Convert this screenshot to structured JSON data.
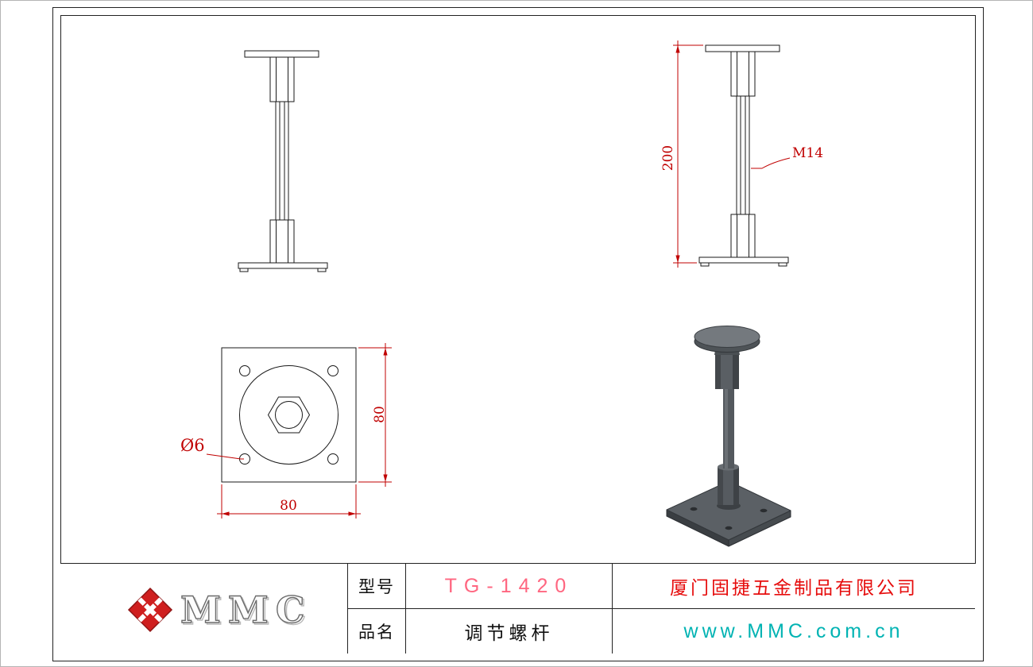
{
  "sheet": {
    "type": "engineering-drawing"
  },
  "dimensions": {
    "overall_height": "200",
    "thread": "M14",
    "plate_width": "80",
    "plate_length": "80",
    "hole_diameter": "Ø6"
  },
  "title_block": {
    "logo_text": "MMC",
    "model_label": "型号",
    "model_value": "TG-1420",
    "company": "厦门固捷五金制品有限公司",
    "part_label": "品名",
    "part_value": "调节螺杆",
    "website": "www.MMC.com.cn"
  },
  "colors": {
    "line_black": "#1a1a1a",
    "dimension_red": "#c00000",
    "model_pink": "#ff6680",
    "company_red": "#e60d0d",
    "website_cyan": "#00b3b3",
    "logo_red": "#cf1f1f",
    "render_gray": "#5a5f64"
  }
}
